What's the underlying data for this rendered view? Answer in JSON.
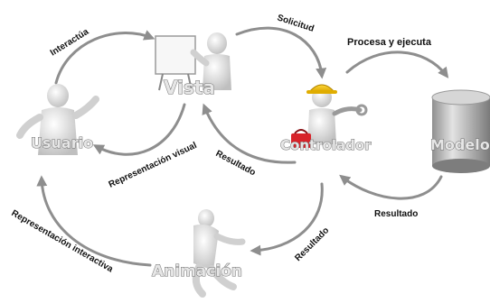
{
  "nodes": {
    "vista": "Vista",
    "usuario": "Usuario",
    "controlador": "Controlador",
    "modelo": "Modelo",
    "animacion": "Animación"
  },
  "labels": {
    "interactua": "Interactúa",
    "solicitud": "Solicitud",
    "procesa": "Procesa y ejecuta",
    "resultado_modelo": "Resultado",
    "resultado_controlador": "Resultado",
    "resultado_animacion": "Resultado",
    "representacion_visual": "Representación visual",
    "representacion_interactiva": "Representación interactiva"
  },
  "colors": {
    "figure": "#f2f2f2",
    "figure_shade": "#c9c9c9",
    "arrow": "#8e8e8e",
    "helmet": "#f2c200",
    "toolbox": "#d8232a",
    "cylinder": "#b8b8b8"
  },
  "icons": [
    "user-figure-icon",
    "presenter-board-icon",
    "worker-helmet-icon",
    "toolbox-icon",
    "database-cylinder-icon",
    "acrobat-figure-icon"
  ]
}
